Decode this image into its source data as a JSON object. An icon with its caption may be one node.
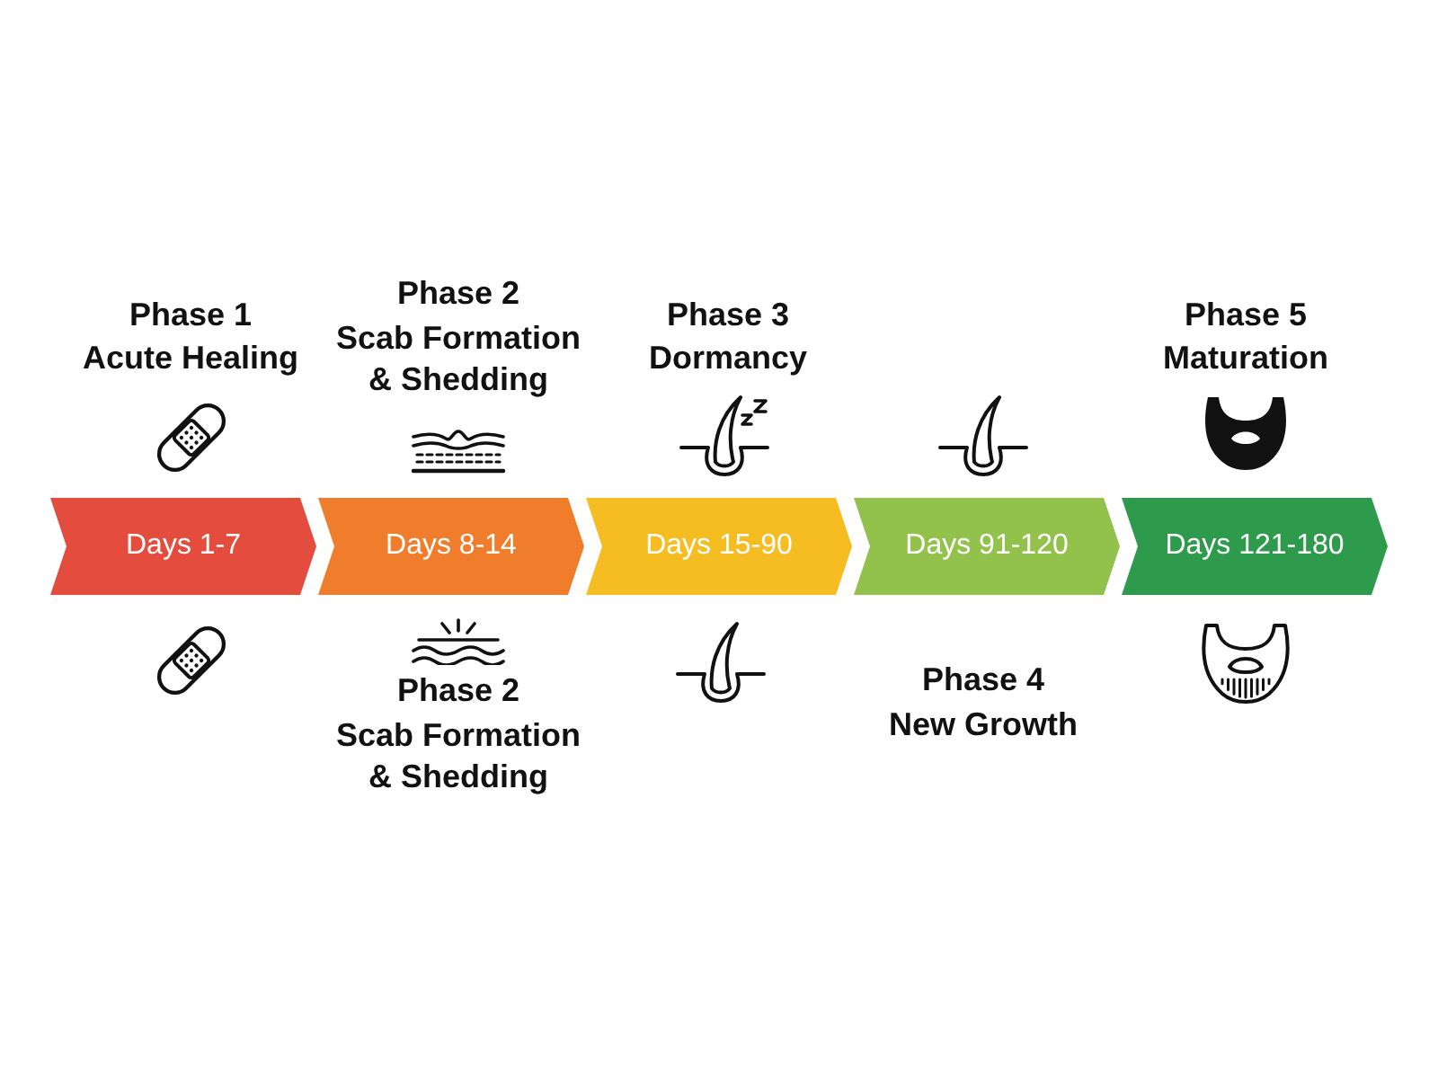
{
  "diagram": {
    "nodes": [
      {
        "text": [
          "Days 1-7"
        ],
        "beside": [
          "Phase 1",
          "Acute Healing"
        ]
      },
      {
        "text": [
          "Days 8-14"
        ],
        "beside": [
          "Phase 2",
          "Scab Formation & Shedding",
          "Phase 2",
          "Scab Formation & Shedding"
        ]
      },
      {
        "text": [
          "Days 15-90"
        ],
        "beside": [
          "Phase 3",
          "Dormancy"
        ]
      },
      {
        "text": [
          "Days 91-120"
        ],
        "beside": [
          "Phase 4",
          "New Growth"
        ]
      },
      {
        "text": [
          "Days 121-180"
        ],
        "beside": [
          "Phase 5",
          "Maturation"
        ]
      }
    ]
  }
}
